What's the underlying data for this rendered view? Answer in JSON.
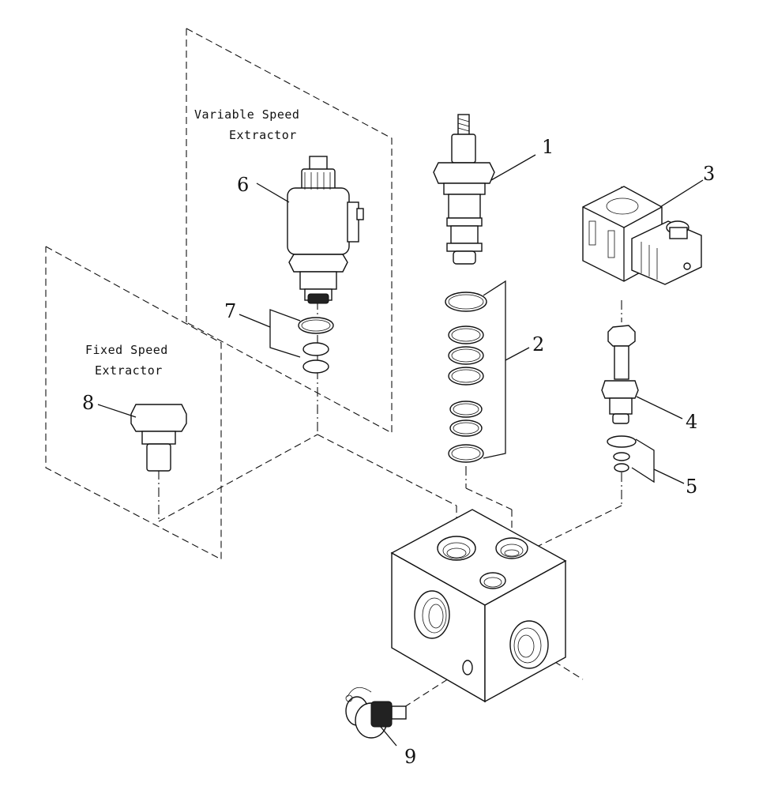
{
  "panels": {
    "variable": {
      "title_line1": "Variable Speed",
      "title_line2": "Extractor"
    },
    "fixed": {
      "title_line1": "Fixed Speed",
      "title_line2": "Extractor"
    }
  },
  "callouts": [
    "1",
    "2",
    "3",
    "4",
    "5",
    "6",
    "7",
    "8",
    "9"
  ]
}
